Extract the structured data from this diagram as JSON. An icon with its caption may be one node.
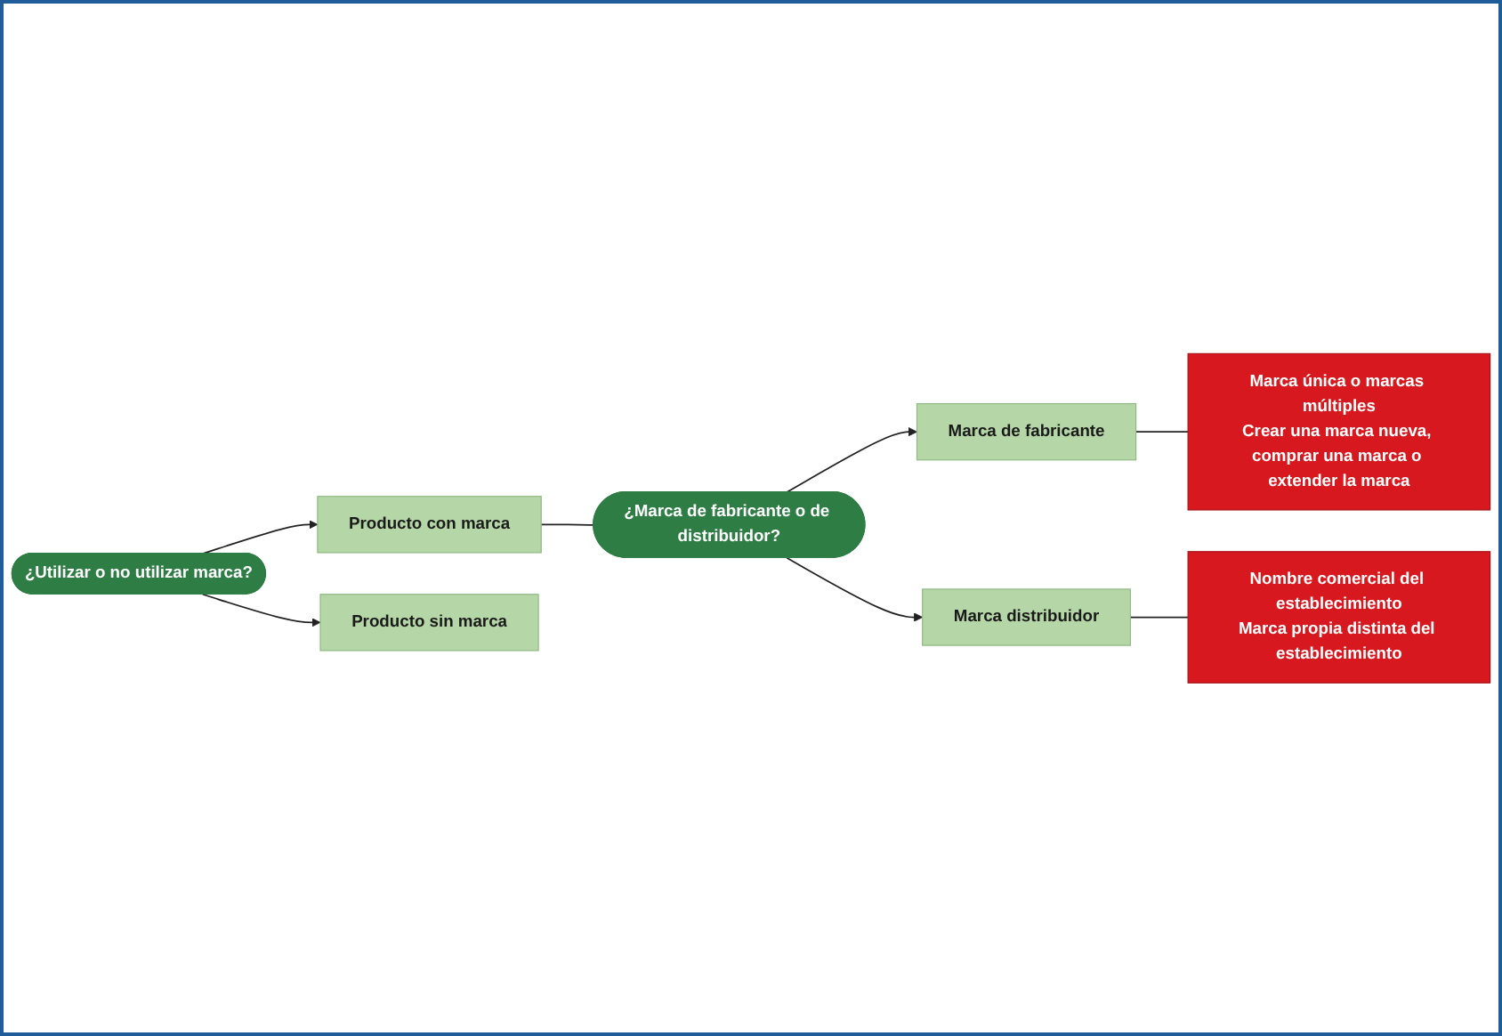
{
  "diagram": {
    "nodes": [
      {
        "text": [
          "¿Utilizar o no utilizar marca?"
        ]
      },
      {
        "text": [
          "Producto con marca"
        ]
      },
      {
        "text": [
          "¿Marca de fabricante o de distribuidor?"
        ]
      },
      {
        "text": [
          "Marca de fabricante"
        ]
      },
      {
        "text": [
          "Marca distribuidor"
        ]
      },
      {
        "text": [
          "Marca única o marcas múltiples",
          "Crear una marca nueva, comprar una marca o extender la marca"
        ]
      },
      {
        "text": [
          "Nombre comercial del establecimiento",
          "Marca propia distinta del establecimiento"
        ]
      },
      {
        "text": [
          "Producto sin marca"
        ]
      }
    ],
    "edges": [
      {
        "from": 0,
        "to": 1,
        "arrow": "to"
      },
      {
        "from": 0,
        "to": 7,
        "arrow": "to"
      },
      {
        "from": 1,
        "to": 2,
        "arrow": "none"
      },
      {
        "from": 2,
        "to": 3,
        "arrow": "to"
      },
      {
        "from": 2,
        "to": 4,
        "arrow": "to"
      },
      {
        "from": 3,
        "to": 5,
        "arrow": "none"
      },
      {
        "from": 4,
        "to": 6,
        "arrow": "none"
      }
    ]
  }
}
